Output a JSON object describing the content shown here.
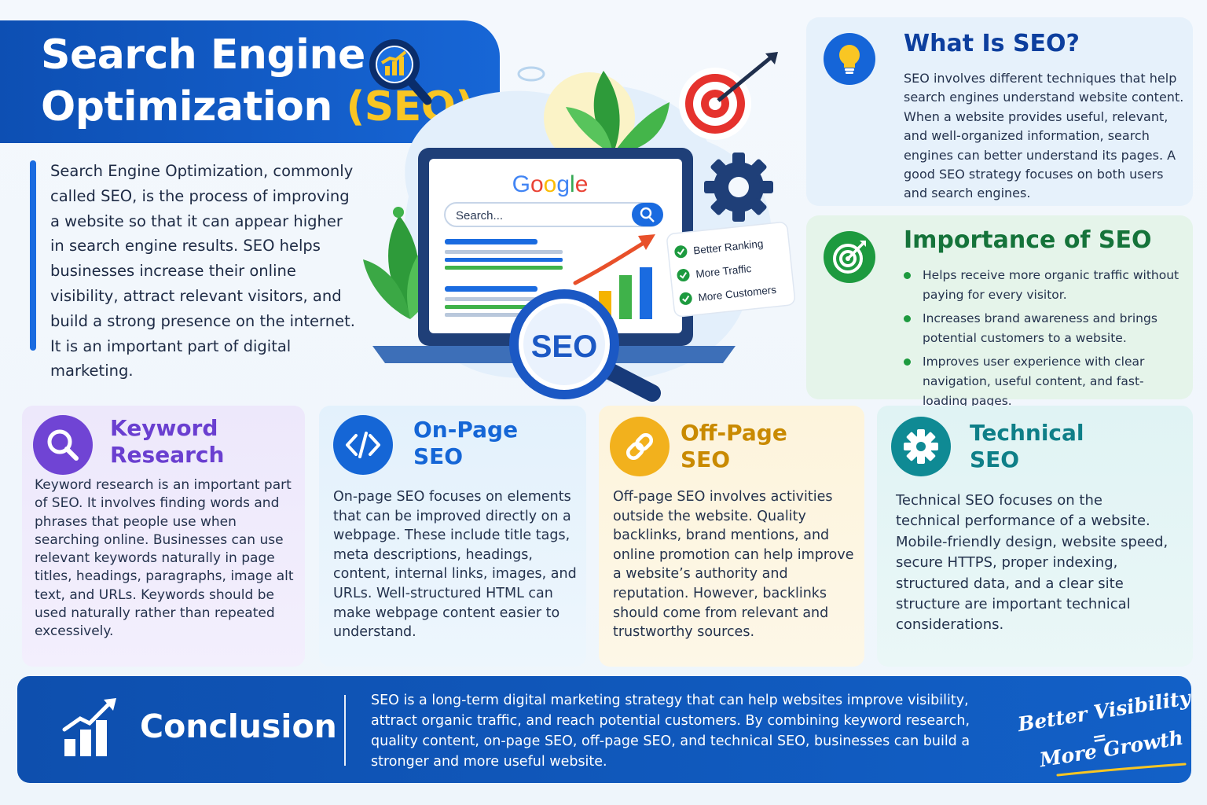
{
  "header": {
    "title_line1": "Search Engine",
    "title_line2_main": "Optimization",
    "title_line2_accent": "(SEO)"
  },
  "intro": {
    "text": "Search Engine Optimization, commonly called SEO, is the process of improving a website so that it can appear higher in search engine results. SEO helps businesses increase their online visibility, attract relevant visitors, and build a strong presence on the internet. It is an important part of digital marketing."
  },
  "hero": {
    "brand_letters": [
      {
        "char": "G",
        "color": "#4285F4"
      },
      {
        "char": "o",
        "color": "#EA4335"
      },
      {
        "char": "o",
        "color": "#FBBC05"
      },
      {
        "char": "g",
        "color": "#4285F4"
      },
      {
        "char": "l",
        "color": "#34A853"
      },
      {
        "char": "e",
        "color": "#EA4335"
      }
    ],
    "search_placeholder": "Search...",
    "seo_badge": "SEO",
    "benefits": [
      "Better Ranking",
      "More Traffic",
      "More Customers"
    ]
  },
  "what_is_seo": {
    "heading": "What Is SEO?",
    "icon": "lightbulb-icon",
    "body": "SEO involves different techniques that help search engines understand website content. When a website provides useful, relevant, and well-organized information, search engines can better understand its pages. A good SEO strategy focuses on both users and search engines."
  },
  "importance": {
    "heading": "Importance of SEO",
    "icon": "target-icon",
    "bullets": [
      "Helps receive more organic traffic without paying for every visitor.",
      "Increases brand awareness and brings potential customers to a website.",
      "Improves user experience with clear navigation, useful content, and fast-loading pages."
    ]
  },
  "topics": {
    "keyword": {
      "heading_line1": "Keyword",
      "heading_line2": "Research",
      "icon": "search-icon",
      "body": "Keyword research is an important part of SEO. It involves finding words and phrases that people use when searching online. Businesses can use relevant keywords naturally in page titles, headings, paragraphs, image alt text, and URLs. Keywords should be used naturally rather than repeated excessively."
    },
    "onpage": {
      "heading_line1": "On-Page",
      "heading_line2": "SEO",
      "icon": "code-icon",
      "body": "On-page SEO focuses on elements that can be improved directly on a webpage. These include title tags, meta descriptions, headings, content, internal links, images, and URLs. Well-structured HTML can make webpage content easier to understand."
    },
    "offpage": {
      "heading_line1": "Off-Page",
      "heading_line2": "SEO",
      "icon": "link-icon",
      "body": "Off-page SEO involves activities outside the website. Quality backlinks, brand mentions, and online promotion can help improve a website’s authority and reputation. However, backlinks should come from relevant and trustworthy sources."
    },
    "technical": {
      "heading_line1": "Technical",
      "heading_line2": "SEO",
      "icon": "gear-icon",
      "body": "Technical SEO focuses on the technical performance of a website. Mobile-friendly design, website speed, secure HTTPS, proper indexing, structured data, and a clear site structure are important technical considerations."
    }
  },
  "conclusion": {
    "heading": "Conclusion",
    "icon": "growth-chart-icon",
    "body": "SEO is a long-term digital marketing strategy that can help websites improve visibility, attract organic traffic, and reach potential customers. By combining keyword research, quality content, on-page SEO, off-page SEO, and technical SEO, businesses can build a stronger and more useful website.",
    "tagline_line1": "Better Visibility",
    "tagline_eq": "=",
    "tagline_line2": "More Growth"
  },
  "colors": {
    "brand_blue": "#0d4fb3",
    "accent_yellow": "#f9c623",
    "purple": "#6a3fd0",
    "blue": "#1566d6",
    "orange": "#c98a00",
    "teal": "#0f8a94",
    "green": "#1d9a3f"
  }
}
